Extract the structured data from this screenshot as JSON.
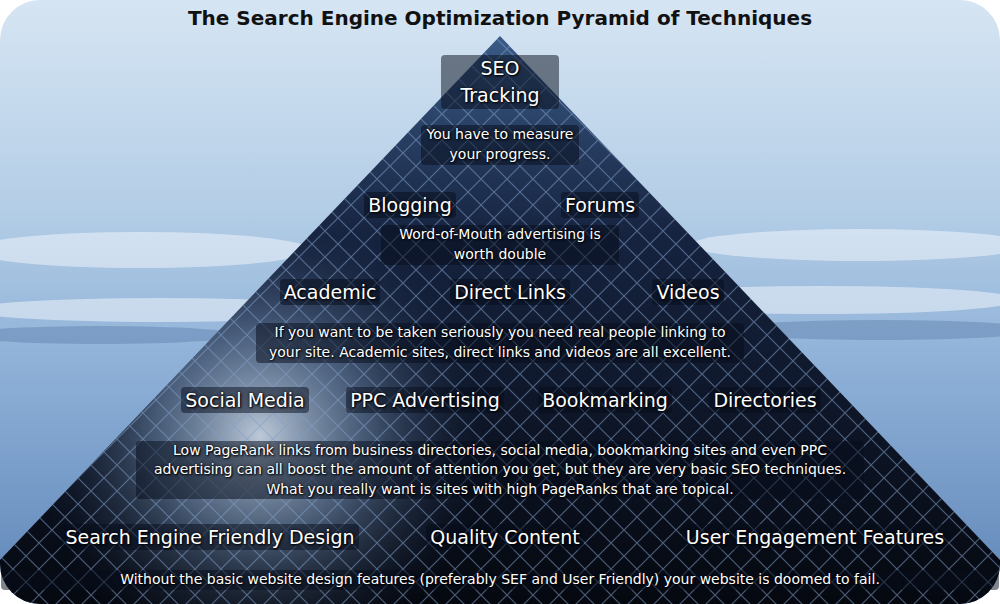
{
  "diagram": {
    "title": "The Search Engine Optimization Pyramid of Techniques",
    "nodes": [
      {
        "text": [
          "SEO Tracking",
          "You have to measure your progress.",
          "Blogging",
          "Forums",
          "Word-of-Mouth advertising is worth double",
          "Academic",
          "Direct Links",
          "Videos",
          "If you want to be taken seriously you need real people linking to your site. Academic sites, direct links and videos are all excellent.",
          "Social Media",
          "PPC Advertising",
          "Bookmarking",
          "Directories",
          "Low PageRank links from business directories, social media, bookmarking sites and even PPC advertising can all boost the amount of attention you get, but they are very basic SEO techniques. What you really want is sites with high PageRanks that are topical.",
          "Search Engine Friendly Design",
          "Quality Content",
          "User Engagement Features",
          "Without the basic website design features (preferably SEF and User Friendly) your website is doomed to fail."
        ]
      }
    ]
  }
}
